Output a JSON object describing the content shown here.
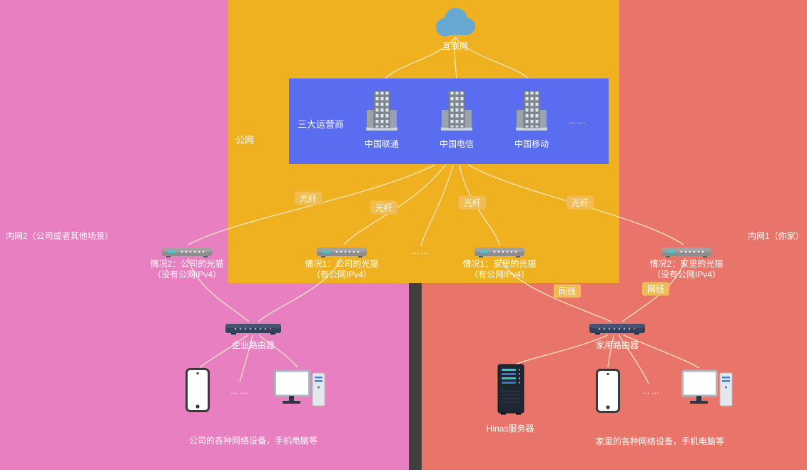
{
  "colors": {
    "intranet2_bg": "#e77fc1",
    "intranet1_bg": "#e8746a",
    "public_bg": "#efb120",
    "carriers_bg": "#5a6cf0",
    "divider": "#3f3f3f",
    "line": "#f7e6c0",
    "badge": "#f0bc55",
    "cloud": "#68a9d2"
  },
  "internet": {
    "label": "互联网"
  },
  "public": {
    "label": "公网"
  },
  "regions": {
    "intranet2": "内网2（公司或者其他场景）",
    "intranet1": "内网1（你家）"
  },
  "carriers": {
    "title": "三大运营商",
    "items": [
      {
        "name": "中国联通"
      },
      {
        "name": "中国电信"
      },
      {
        "name": "中国移动"
      }
    ],
    "more": "... ..."
  },
  "links": {
    "fiber": "光纤",
    "cable": "网线"
  },
  "modems": [
    {
      "line1": "情况2：公司的光猫",
      "line2": "（没有公网IPv4）"
    },
    {
      "line1": "情况1：公司的光猫",
      "line2": "（有公网IPv4）"
    },
    {
      "line1": "情况1：家里的光猫",
      "line2": "（有公网IPv4）"
    },
    {
      "line1": "情况2：家里的光猫",
      "line2": "（没有公网IPv4）"
    }
  ],
  "modem_ellipsis": "... ...",
  "routers": {
    "enterprise": "企业路由器",
    "home": "家用路由器"
  },
  "devices": {
    "ellipsis": "... ...",
    "server": "Hinas服务器",
    "company_note": "公司的各种网络设备，手机电脑等",
    "home_note": "家里的各种网络设备，手机电脑等"
  }
}
